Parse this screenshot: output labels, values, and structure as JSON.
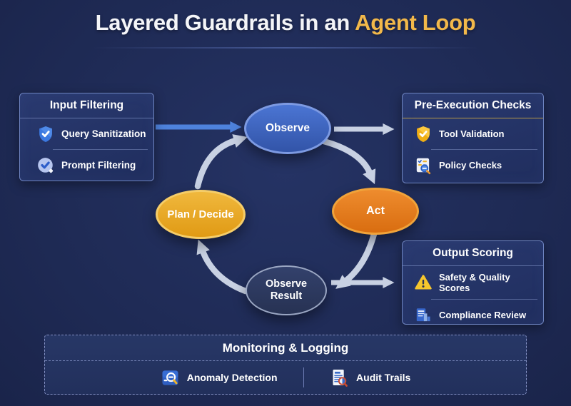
{
  "title": {
    "text": "Layered Guardrails in an",
    "highlight": "Agent Loop"
  },
  "loop": {
    "observe": {
      "label": "Observe",
      "color": "#3f66c2"
    },
    "act": {
      "label": "Act",
      "color": "#e0761c"
    },
    "observe_result": {
      "label": "Observe Result",
      "color": "#2c3a62"
    },
    "plan_decide": {
      "label": "Plan / Decide",
      "color": "#eaa622"
    }
  },
  "panels": {
    "input_filtering": {
      "title": "Input Filtering",
      "items": [
        {
          "label": "Query Sanitization",
          "icon": "shield-check-icon"
        },
        {
          "label": "Prompt Filtering",
          "icon": "circle-check-icon"
        }
      ]
    },
    "pre_execution_checks": {
      "title": "Pre-Execution Checks",
      "items": [
        {
          "label": "Tool Validation",
          "icon": "shield-check-gold-icon"
        },
        {
          "label": "Policy Checks",
          "icon": "checklist-magnifier-icon"
        }
      ]
    },
    "output_scoring": {
      "title": "Output Scoring",
      "items": [
        {
          "label": "Safety & Quality Scores",
          "icon": "warning-triangle-icon"
        },
        {
          "label": "Compliance Review",
          "icon": "document-chart-icon"
        }
      ]
    }
  },
  "monitoring": {
    "title": "Monitoring & Logging",
    "items": [
      {
        "label": "Anomaly Detection",
        "icon": "magnifier-square-icon"
      },
      {
        "label": "Audit Trails",
        "icon": "document-magnifier-icon"
      }
    ]
  },
  "colors": {
    "background": "#1f2b56",
    "accent_gold": "#f2b84a",
    "arrow_gray": "#c8d1e3",
    "arrow_blue": "#4e82dc",
    "panel_background": "#243366",
    "panel_border": "#6e84c0"
  }
}
